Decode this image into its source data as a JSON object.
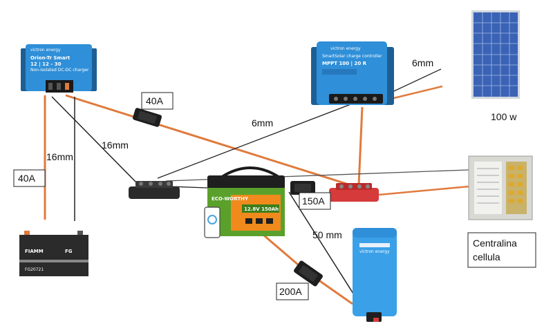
{
  "colors": {
    "copper": "#e07a3c",
    "black": "#222222",
    "victron_blue": "#2f8fd8",
    "busbar_red": "#d63a3a",
    "busbar_black": "#2a2a2a",
    "battery_green": "#5aa12c",
    "battery_orange": "#f08a1c"
  },
  "devices": {
    "orion": {
      "brand": "victron energy",
      "title": "Orion-Tr Smart",
      "model": "12 | 12 - 30",
      "subtitle": "Non-isolated DC-DC charger"
    },
    "mppt": {
      "brand": "victron energy",
      "title": "SmartSolar charge controller",
      "model": "MPPT 100 | 20 R"
    },
    "battery": {
      "brand": "ECO-WORTHY",
      "spec": "12.8V 150Ah"
    },
    "aux_battery": {
      "brand": "FIAMM",
      "model": "FG20721",
      "badge": "FG"
    },
    "inverter": {
      "brand": "victron energy"
    }
  },
  "labels": {
    "fuse_40a_top": "40A",
    "fuse_40a_left": "40A",
    "fuse_150a": "150A",
    "fuse_200a": "200A",
    "wire_16mm_vertical": "16mm",
    "wire_16mm_diagonal": "16mm",
    "wire_6mm_middle": "6mm",
    "wire_6mm_right": "6mm",
    "wire_50mm": "50 mm",
    "panel_power": "100 w",
    "control_unit_line1": "Centralina",
    "control_unit_line2": "cellula"
  }
}
